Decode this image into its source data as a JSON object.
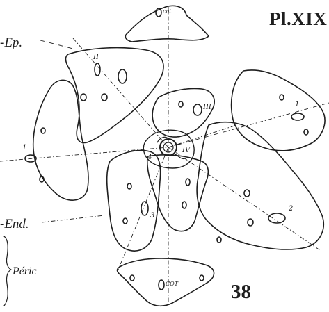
{
  "plate": {
    "title": "Pl.XIX",
    "figure_number": "38"
  },
  "side_labels": {
    "epidermis": "-Ep.",
    "endodermis": "-End.",
    "pericycle": "Péric"
  },
  "region_marks": {
    "cot_top": "cot",
    "cot_bottom": "COT",
    "roman_2": "II",
    "roman_3": "III",
    "roman_4": "IV",
    "center_4": "4",
    "num_1_left": "1",
    "num_1_right": "1",
    "num_2": "2",
    "num_3": "3"
  },
  "colors": {
    "ink": "#1e1e1e",
    "paper": "#ffffff"
  }
}
